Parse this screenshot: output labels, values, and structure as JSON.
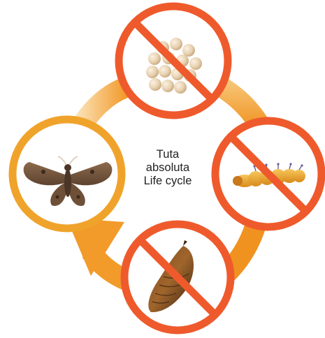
{
  "title_lines": [
    "Tuta",
    "absoluta",
    "Life cycle"
  ],
  "colors": {
    "prohibition": "#ef5a2c",
    "ring": "#f0a32b",
    "arrow": "#f29a2a",
    "background": "#ffffff"
  },
  "stages": [
    {
      "name": "eggs",
      "blocked": true
    },
    {
      "name": "larva",
      "blocked": true
    },
    {
      "name": "pupa",
      "blocked": true
    },
    {
      "name": "adult-moth",
      "blocked": false
    }
  ]
}
